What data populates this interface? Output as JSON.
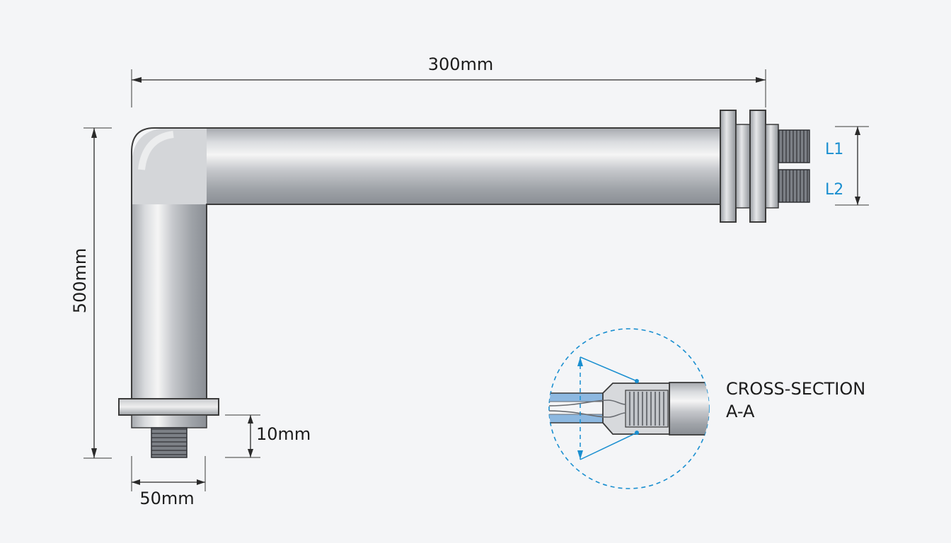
{
  "dimensions": {
    "width_top": "300mm",
    "height_left": "500mm",
    "thread_length": "10mm",
    "base_width": "50mm"
  },
  "terminals": {
    "lead_1": "L1",
    "lead_2": "L2",
    "accent_color": "#1a8fd0"
  },
  "cross_section": {
    "title_line_1": "CROSS-SECTION",
    "title_line_2": "A-A",
    "accent_color": "#1a8fd0"
  },
  "colors": {
    "tube_light": "#f2f2f2",
    "tube_mid": "#b9bcc0",
    "tube_dark": "#8c9096",
    "outline": "#3b3b3b",
    "insulation_blue": "#8db8e0"
  }
}
